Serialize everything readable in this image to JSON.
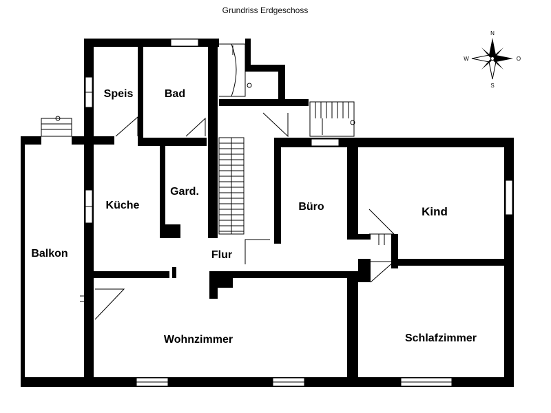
{
  "title": "Grundriss Erdgeschoss",
  "rooms": {
    "speis": "Speis",
    "bad": "Bad",
    "kueche": "Küche",
    "gard": "Gard.",
    "buero": "Büro",
    "kind": "Kind",
    "balkon": "Balkon",
    "flur": "Flur",
    "wohnzimmer": "Wohnzimmer",
    "schlafzimmer": "Schlafzimmer"
  },
  "compass": {
    "n": "N",
    "s": "S",
    "w": "W",
    "o": "O"
  },
  "colors": {
    "wall": "#000000",
    "background": "#ffffff"
  }
}
